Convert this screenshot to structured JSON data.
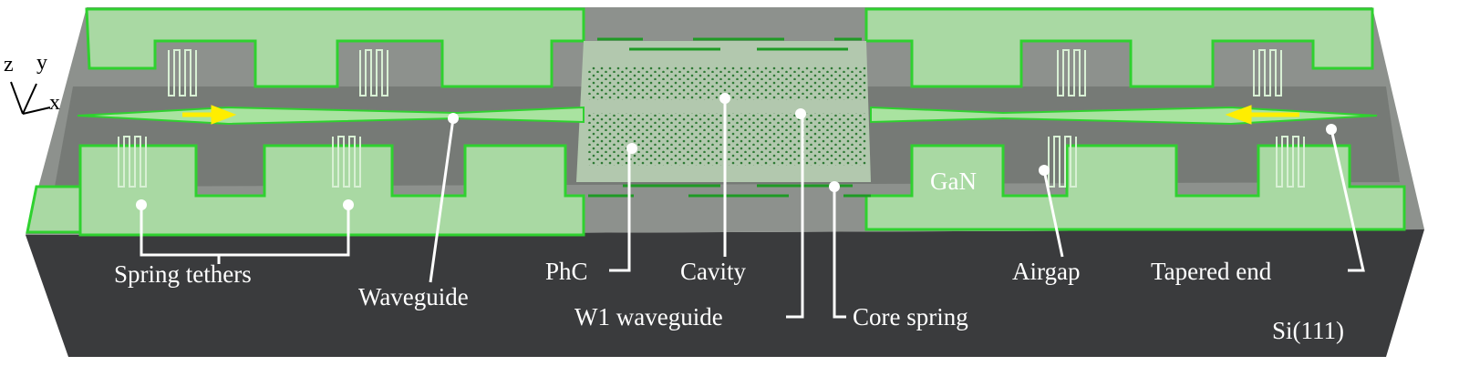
{
  "axes": {
    "z": "z",
    "y": "y",
    "x": "x"
  },
  "labels": {
    "spring_tethers": "Spring tethers",
    "waveguide": "Waveguide",
    "phc": "PhC",
    "cavity": "Cavity",
    "w1_waveguide": "W1 waveguide",
    "core_spring": "Core spring",
    "gan": "GaN",
    "airgap": "Airgap",
    "tapered_end": "Tapered end",
    "substrate": "Si(111)"
  },
  "colors": {
    "substrate": "#3a3b3d",
    "gan_top": "#a9d9a3",
    "edge_green": "#2fd12f",
    "airgap": "#7b7e7b",
    "arrow": "#ffee00"
  }
}
